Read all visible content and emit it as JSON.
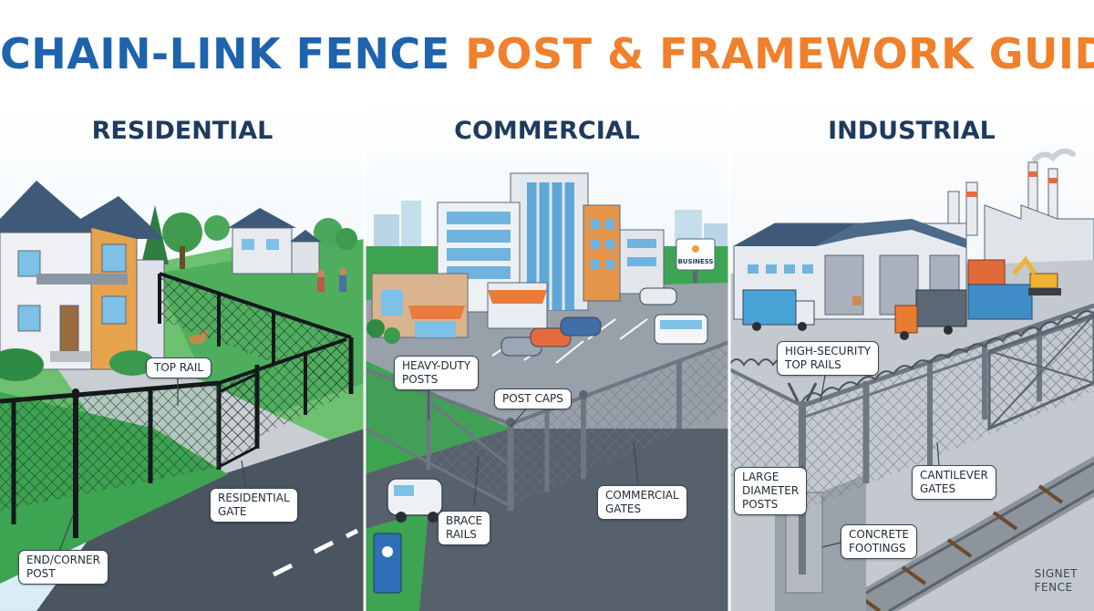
{
  "title": {
    "part1": "CHAIN-LINK FENCE",
    "part2": "POST & FRAMEWORK GUIDE"
  },
  "colors": {
    "title_blue": "#1e63ad",
    "title_orange": "#f0802b",
    "panel_title": "#1f3b5c"
  },
  "panels": [
    {
      "title": "RESIDENTIAL"
    },
    {
      "title": "COMMERCIAL"
    },
    {
      "title": "INDUSTRIAL"
    }
  ],
  "callouts": {
    "top_rail": "TOP RAIL",
    "residential_gate": "RESIDENTIAL\nGATE",
    "end_corner_post": "END/CORNER\nPOST",
    "heavy_duty_posts": "HEAVY-DUTY\nPOSTS",
    "post_caps": "POST CAPS",
    "brace_rails": "BRACE\nRAILS",
    "commercial_gates": "COMMERCIAL\nGATES",
    "high_security_top_rails": "HIGH-SECURITY\nTOP RAILS",
    "large_diameter_posts": "LARGE\nDIAMETER\nPOSTS",
    "cantilever_gates": "CANTILEVER\nGATES",
    "concrete_footings": "CONCRETE\nFOOTINGS"
  },
  "signs": {
    "business": "BUSINESS"
  },
  "brand": "SIGNET\nFENCE"
}
